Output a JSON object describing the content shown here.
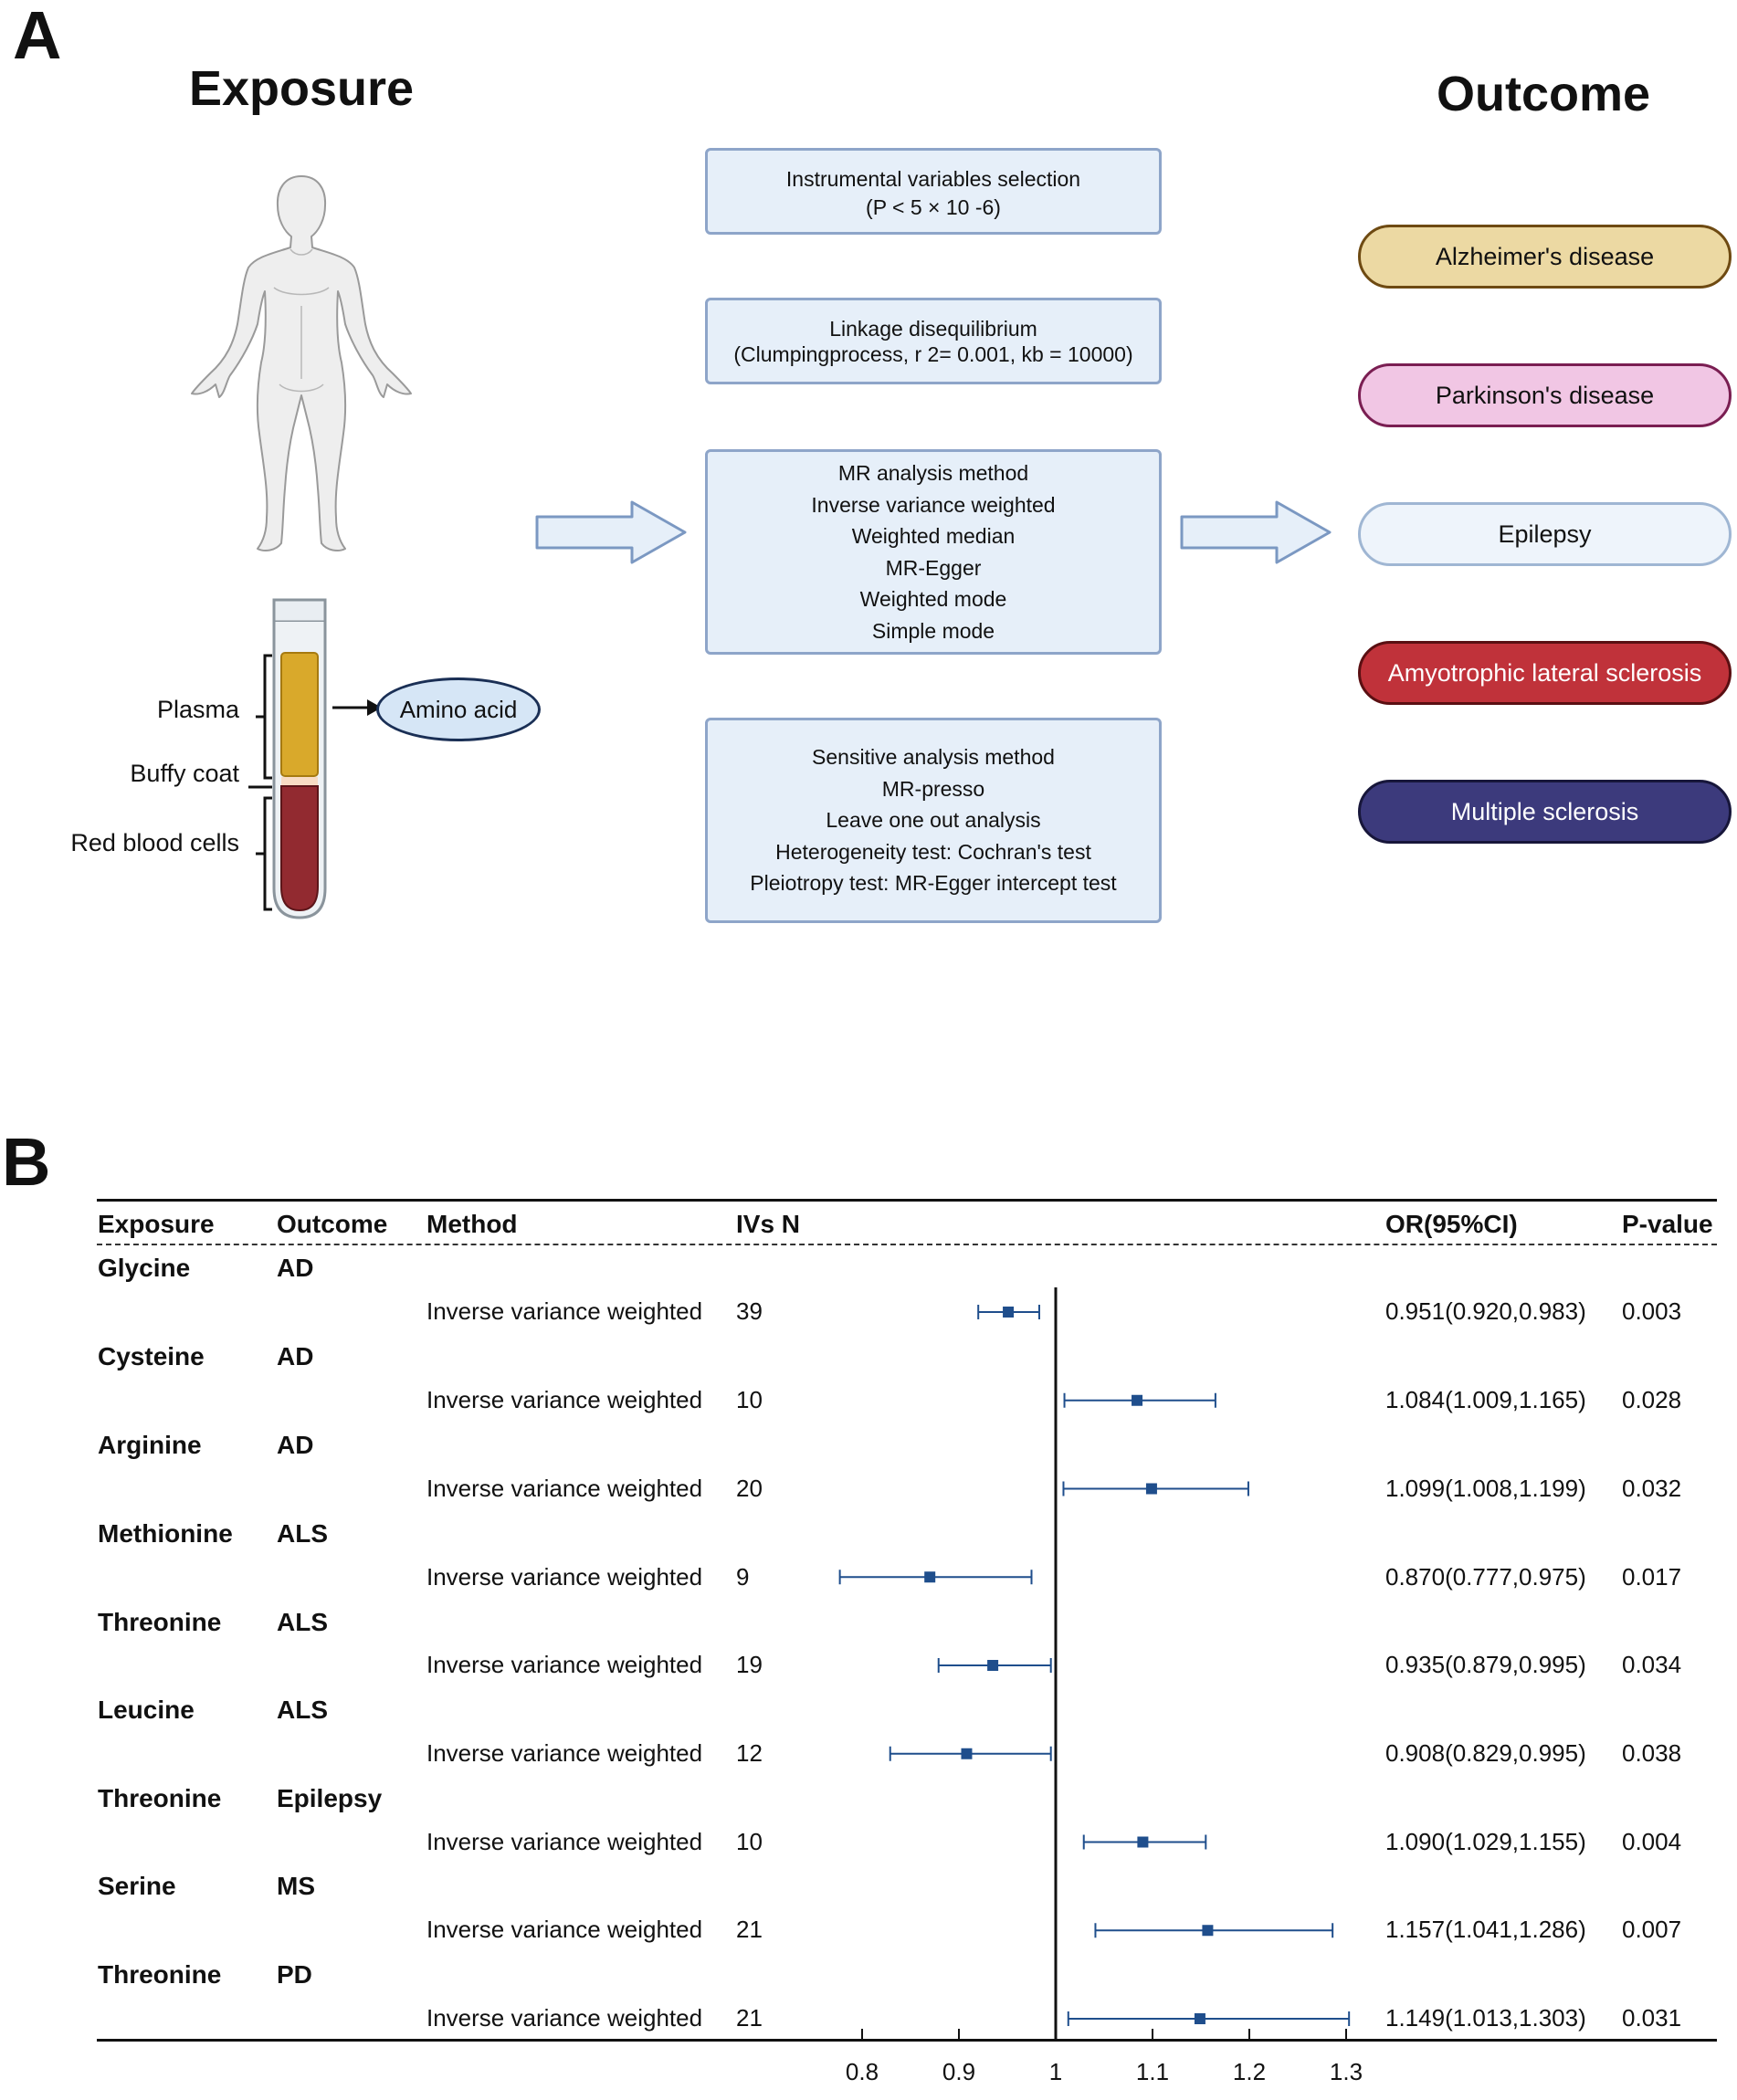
{
  "panel_a": {
    "letter": "A",
    "exposure_title": "Exposure",
    "outcome_title": "Outcome",
    "tube": {
      "plasma": "Plasma",
      "buffy_coat": "Buffy coat",
      "red_blood_cells": "Red blood cells",
      "amino_acid": "Amino acid"
    },
    "steps": [
      {
        "lines": [
          "Instrumental variables selection",
          "(P < 5 × 10 -6)"
        ]
      },
      {
        "lines": [
          "Linkage disequilibrium",
          "(Clumpingprocess, r 2= 0.001, kb = 10000)"
        ]
      },
      {
        "lines": [
          "MR analysis method",
          "Inverse variance weighted",
          "Weighted median",
          "MR-Egger",
          "Weighted mode",
          "Simple mode"
        ]
      },
      {
        "lines": [
          "Sensitive analysis method",
          "MR-presso",
          "Leave one out analysis",
          "Heterogeneity test: Cochran's test",
          "Pleiotropy test: MR-Egger intercept test"
        ]
      }
    ],
    "outcomes": [
      {
        "label": "Alzheimer's disease",
        "fill": "#ecd9a3",
        "border": "#6e4a12",
        "text": "#111111"
      },
      {
        "label": "Parkinson's disease",
        "fill": "#f1c6e4",
        "border": "#7a1e52",
        "text": "#111111"
      },
      {
        "label": "Epilepsy",
        "fill": "#eef4fb",
        "border": "#9fb6d3",
        "text": "#111111"
      },
      {
        "label": "Amyotrophic lateral sclerosis",
        "fill": "#c0323a",
        "border": "#5a0f12",
        "text": "#ffffff"
      },
      {
        "label": "Multiple sclerosis",
        "fill": "#3c3a7c",
        "border": "#17163a",
        "text": "#ffffff"
      }
    ],
    "colors": {
      "plasma": "#d9a92b",
      "buffy": "#f8dcc4",
      "rbc": "#922a30",
      "arrow_fill": "#e6eff9",
      "arrow_stroke": "#7b98c2"
    }
  },
  "panel_b": {
    "letter": "B",
    "headers": {
      "exposure": "Exposure",
      "outcome": "Outcome",
      "method": "Method",
      "ivs": "IVs N",
      "or": "OR(95%CI)",
      "p": "P-value"
    },
    "rows": [
      {
        "exposure": "Glycine",
        "outcome": "AD",
        "method": "Inverse variance weighted",
        "ivs": "39",
        "or_text": "0.951(0.920,0.983)",
        "p": "0.003"
      },
      {
        "exposure": "Cysteine",
        "outcome": "AD",
        "method": "Inverse variance weighted",
        "ivs": "10",
        "or_text": "1.084(1.009,1.165)",
        "p": "0.028"
      },
      {
        "exposure": "Arginine",
        "outcome": "AD",
        "method": "Inverse variance weighted",
        "ivs": "20",
        "or_text": "1.099(1.008,1.199)",
        "p": "0.032"
      },
      {
        "exposure": "Methionine",
        "outcome": "ALS",
        "method": "Inverse variance weighted",
        "ivs": "9",
        "or_text": "0.870(0.777,0.975)",
        "p": "0.017"
      },
      {
        "exposure": "Threonine",
        "outcome": "ALS",
        "method": "Inverse variance weighted",
        "ivs": "19",
        "or_text": "0.935(0.879,0.995)",
        "p": "0.034"
      },
      {
        "exposure": "Leucine",
        "outcome": "ALS",
        "method": "Inverse variance weighted",
        "ivs": "12",
        "or_text": "0.908(0.829,0.995)",
        "p": "0.038"
      },
      {
        "exposure": "Threonine",
        "outcome": "Epilepsy",
        "method": "Inverse variance weighted",
        "ivs": "10",
        "or_text": "1.090(1.029,1.155)",
        "p": "0.004"
      },
      {
        "exposure": "Serine",
        "outcome": "MS",
        "method": "Inverse variance weighted",
        "ivs": "21",
        "or_text": "1.157(1.041,1.286)",
        "p": "0.007"
      },
      {
        "exposure": "Threonine",
        "outcome": "PD",
        "method": "Inverse variance weighted",
        "ivs": "21",
        "or_text": "1.149(1.013,1.303)",
        "p": "0.031"
      }
    ],
    "marker_color": "#1f4e8c"
  },
  "chart_data": {
    "type": "scatter",
    "xlabel": "",
    "ylabel": "",
    "xlim": [
      0.8,
      1.3
    ],
    "xticks": [
      "0.8",
      "0.9",
      "1",
      "1.1",
      "1.2",
      "1.3"
    ],
    "reference_line": 1,
    "categories": [
      "Glycine AD",
      "Cysteine AD",
      "Arginine AD",
      "Methionine ALS",
      "Threonine ALS",
      "Leucine ALS",
      "Threonine Epilepsy",
      "Serine MS",
      "Threonine PD"
    ],
    "or": [
      0.951,
      1.084,
      1.099,
      0.87,
      0.935,
      0.908,
      1.09,
      1.157,
      1.149
    ],
    "ci_low": [
      0.92,
      1.009,
      1.008,
      0.777,
      0.879,
      0.829,
      1.029,
      1.041,
      1.013
    ],
    "ci_high": [
      0.983,
      1.165,
      1.199,
      0.975,
      0.995,
      0.995,
      1.155,
      1.286,
      1.303
    ]
  }
}
